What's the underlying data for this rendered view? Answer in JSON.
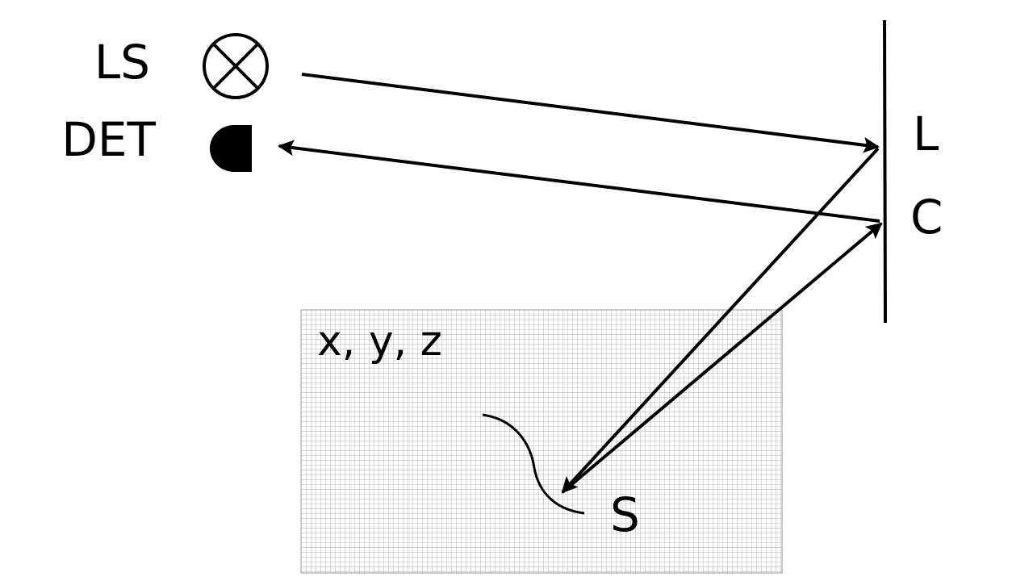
{
  "labels": {
    "light_source": "LS",
    "detector": "DET",
    "lens": "L",
    "collimator": "C",
    "coordinates": "x, y, z",
    "sample": "S"
  },
  "components": [
    {
      "id": "light-source",
      "label": "LS",
      "symbol": "circle-with-x"
    },
    {
      "id": "detector",
      "label": "DET",
      "symbol": "d-shape"
    },
    {
      "id": "lens",
      "label": "L",
      "symbol": "vertical-line"
    },
    {
      "id": "collimator",
      "label": "C",
      "symbol": "vertical-line"
    },
    {
      "id": "sample-stage",
      "label": "x, y, z",
      "symbol": "grid-rectangle"
    },
    {
      "id": "sample",
      "label": "S",
      "symbol": "curve"
    }
  ],
  "beam_paths": [
    {
      "from": "light-source",
      "to": "lens"
    },
    {
      "from": "lens",
      "to": "sample"
    },
    {
      "from": "sample",
      "to": "collimator"
    },
    {
      "from": "collimator",
      "to": "detector"
    }
  ],
  "colors": {
    "ink": "#000000",
    "grid_line": "#b4b4b4",
    "grid_bg": "#ffffff"
  }
}
